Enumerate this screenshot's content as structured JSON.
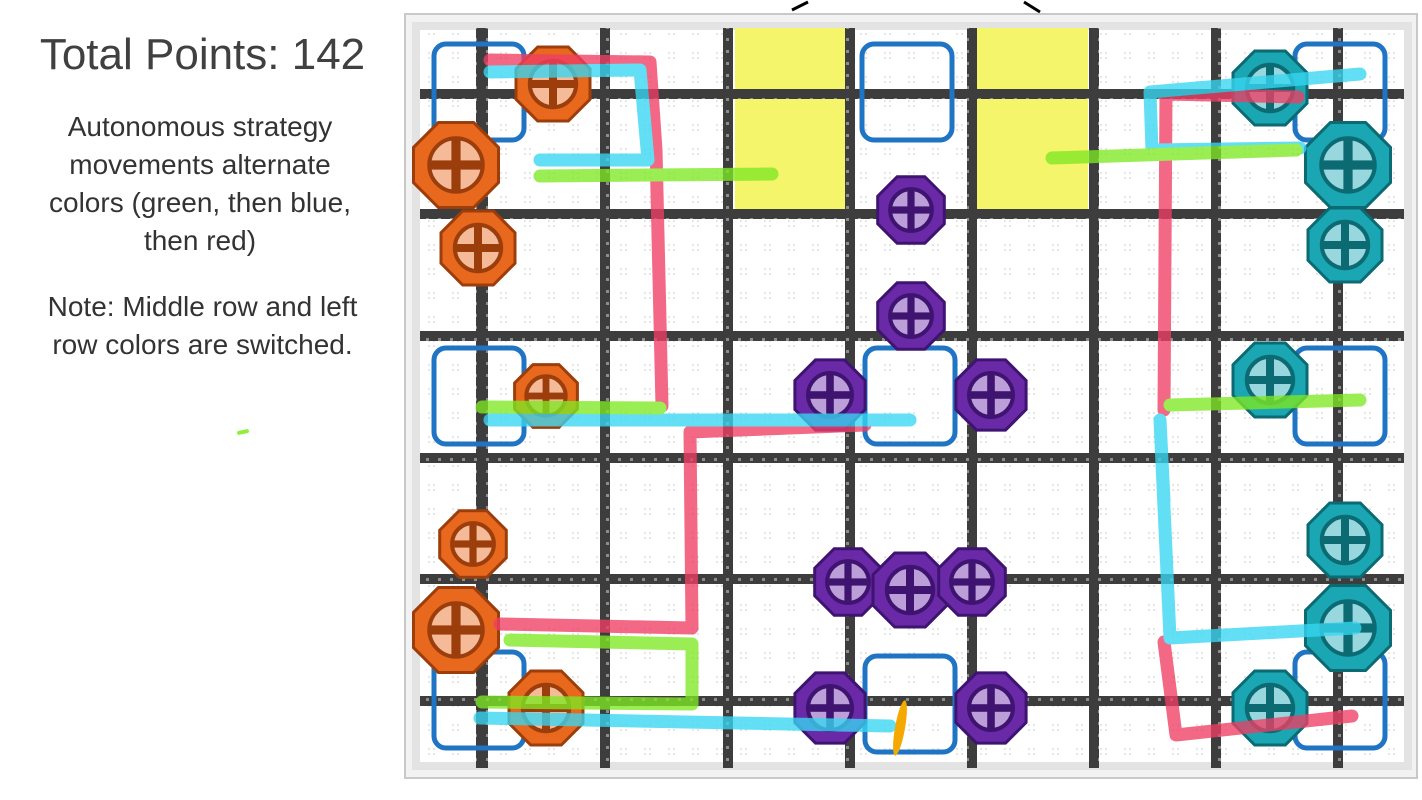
{
  "header": {
    "title": "Total Points: 142"
  },
  "description": {
    "lines": [
      "Autonomous strategy",
      "movements alternate",
      "colors (green, then blue,",
      "then red)"
    ]
  },
  "note": {
    "lines": [
      "Note: Middle row and left",
      "row colors are switched."
    ]
  },
  "colors": {
    "path_green": "#7ee822",
    "path_blue": "#37d7f2",
    "path_red": "#ef3e64",
    "orange_cube": "#e8681e",
    "teal_cube": "#1aa6b3",
    "purple_cube": "#6a2aa8",
    "goal_blue": "#1f74c4",
    "yellow_zone": "#f5f56c",
    "grid_line": "#3d3d3d"
  }
}
